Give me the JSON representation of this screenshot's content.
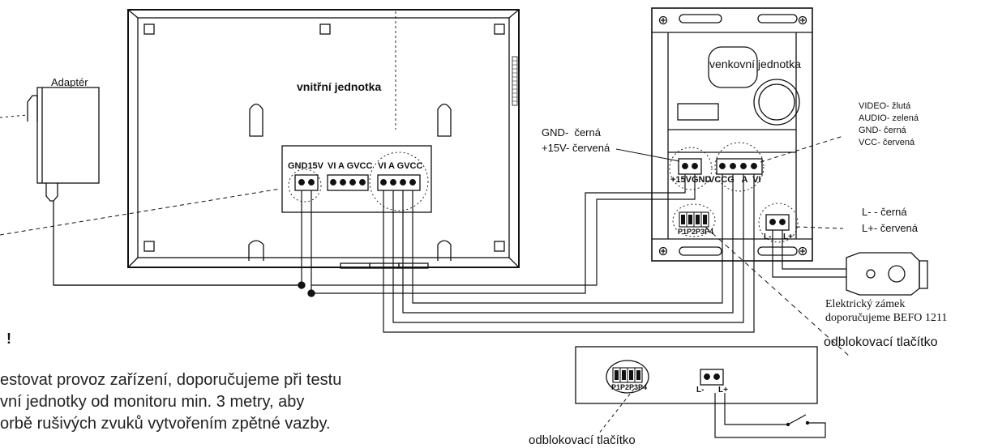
{
  "adapter": {
    "label": "Adaptér"
  },
  "indoor_unit": {
    "label": "vnitřní jednotka",
    "power_terminal_label": "GND15V",
    "signal_terminal_a_label": "VI A GVCC",
    "signal_terminal_b_label": "VI A GVCC"
  },
  "outdoor_unit": {
    "label": "venkovní jednotka",
    "power_terminal_label": "+15VGND",
    "signal_terminal_label": "VCCG   A  VI",
    "jumper_label": "P1P2P3P4",
    "lock_terminal_minus": "L-",
    "lock_terminal_plus": "L+"
  },
  "wire_colors": {
    "power": [
      "GND-  černá",
      "+15V- červená"
    ],
    "signal": [
      "VIDEO- žlutá",
      "AUDIO- zelená",
      "GND- černá",
      "VCC- červená"
    ],
    "lock": [
      "L- - černá",
      "L+- červená"
    ]
  },
  "lock": {
    "line1": "Elektrický zámek",
    "line2": "doporučujeme BEFO 1211"
  },
  "unlock_button": {
    "label_right": "odblokovací tlačítko",
    "label_bottom": "odblokovací tlačítko",
    "jumper_label": "P1P2P3P4",
    "terminal_minus": "L-",
    "terminal_plus": "L+"
  },
  "warning": {
    "mark": "!",
    "lines": [
      "estovat provoz zařízení, doporučujeme při testu",
      "vní jednotky od monitoru min. 3 metry, aby",
      "orbě rušivých zvuků vytvořením zpětné vazby."
    ]
  }
}
